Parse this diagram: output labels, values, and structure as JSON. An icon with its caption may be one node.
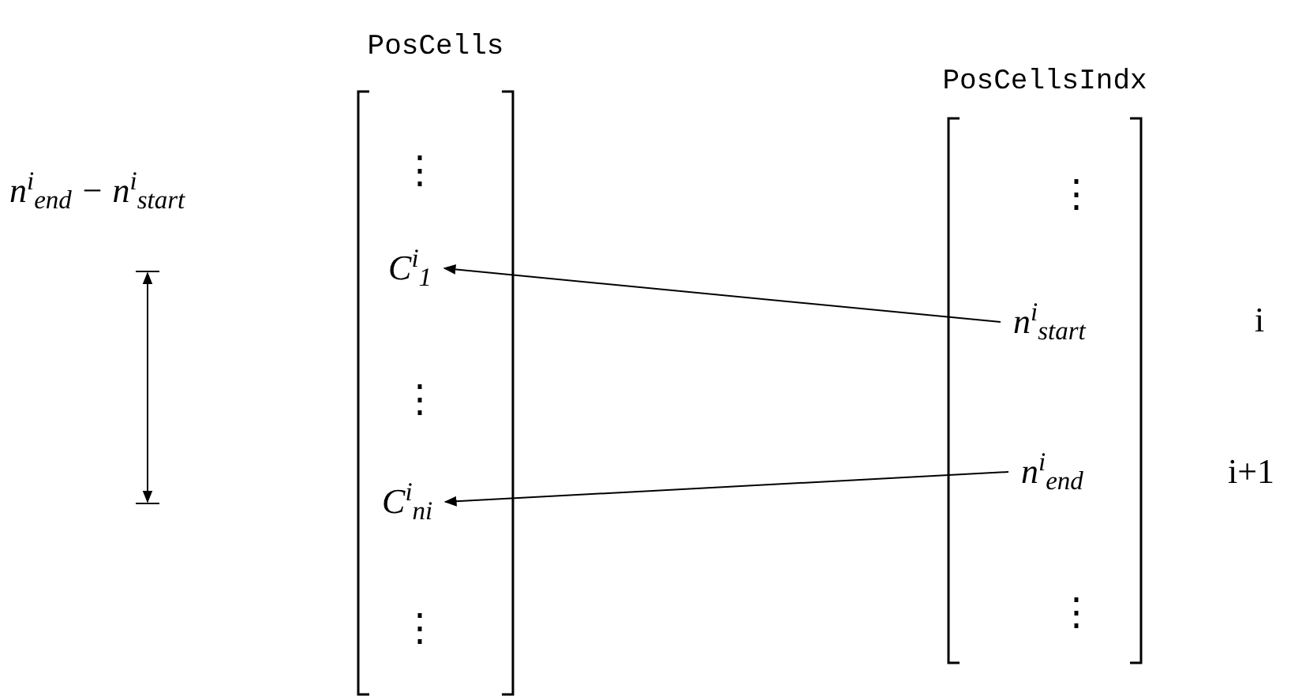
{
  "diagram": {
    "nodes": [
      {
        "text": [
          "PosCells"
        ]
      },
      {
        "text": [
          "C$^{i}$$_{1}$"
        ],
        "in": 0
      },
      {
        "text": [
          "C$^{i}$$_{ni}$"
        ],
        "in": 0
      },
      {
        "text": [
          "PosCellsIndx"
        ]
      },
      {
        "text": [
          "n$^{i}$$_{start}$"
        ],
        "in": 3
      },
      {
        "text": [
          "n$^{i}$$_{end}$"
        ],
        "in": 3
      }
    ],
    "edges": [
      {
        "from": 4,
        "to": 1,
        "arrow": "to"
      },
      {
        "from": 5,
        "to": 2,
        "arrow": "to"
      }
    ],
    "labels": [
      "n$^{i}$$_{end}$ − n$^{i}$$_{start}$",
      "⋮",
      "⋮",
      "⋮",
      "⋮",
      "⋮",
      "i",
      "i+1"
    ]
  }
}
